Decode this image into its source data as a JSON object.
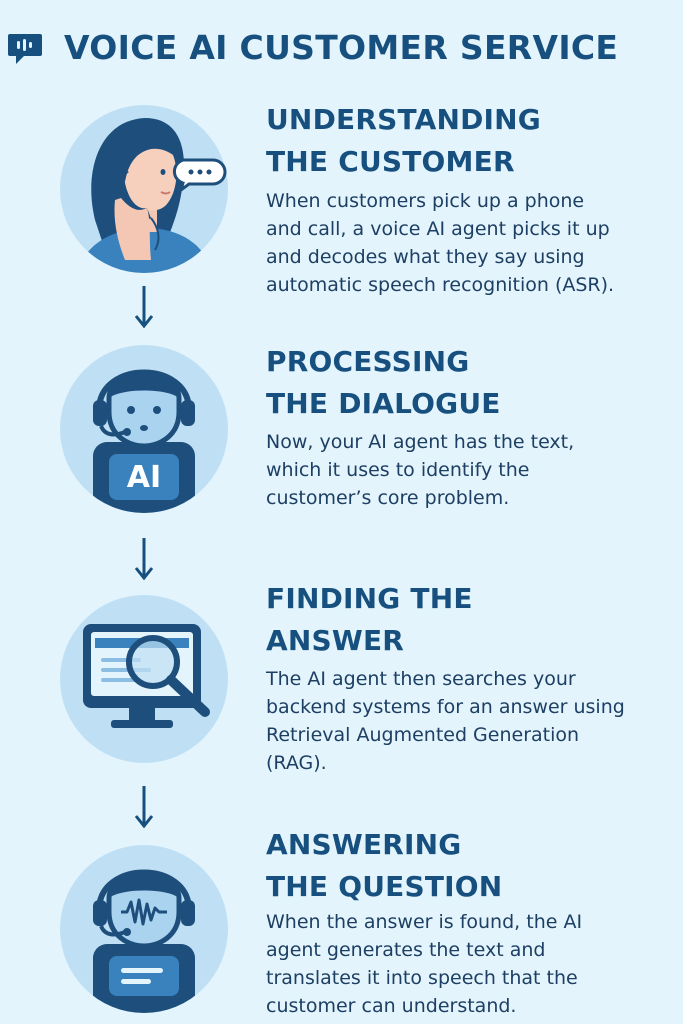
{
  "header": {
    "title": "VOICE AI CUSTOMER SERVICE",
    "icon": "chat-bubble-icon"
  },
  "colors": {
    "background": "#e3f4fc",
    "primary": "#17507f",
    "circle": "#bfe0f4",
    "accent": "#2a6db0"
  },
  "steps": [
    {
      "heading": [
        "UNDERSTANDING",
        "THE CUSTOMER"
      ],
      "description": [
        "When customers pick up a phone",
        "and call, a voice AI agent picks it up",
        "and decodes what they say using",
        "automatic speech recognition (ASR)."
      ],
      "icon": "customer-on-phone-icon"
    },
    {
      "heading": [
        "PROCESSING",
        "THE DIALOGUE"
      ],
      "description": [
        "Now, your AI agent has the text,",
        "which it uses to identify the",
        "customer’s core problem."
      ],
      "icon": "ai-agent-headset-icon",
      "badge": "AI"
    },
    {
      "heading": [
        "FINDING THE",
        "ANSWER"
      ],
      "description": [
        "The AI agent then searches your",
        "backend systems for an answer  using",
        "Retrieval Augmented Generation",
        "(RAG)."
      ],
      "icon": "monitor-search-icon"
    },
    {
      "heading": [
        "ANSWERING",
        "THE QUESTION"
      ],
      "description": [
        "When the answer is found, the AI",
        "agent generates the text and",
        "translates it into speech that the",
        "customer can understand."
      ],
      "icon": "ai-agent-speaking-icon"
    }
  ]
}
